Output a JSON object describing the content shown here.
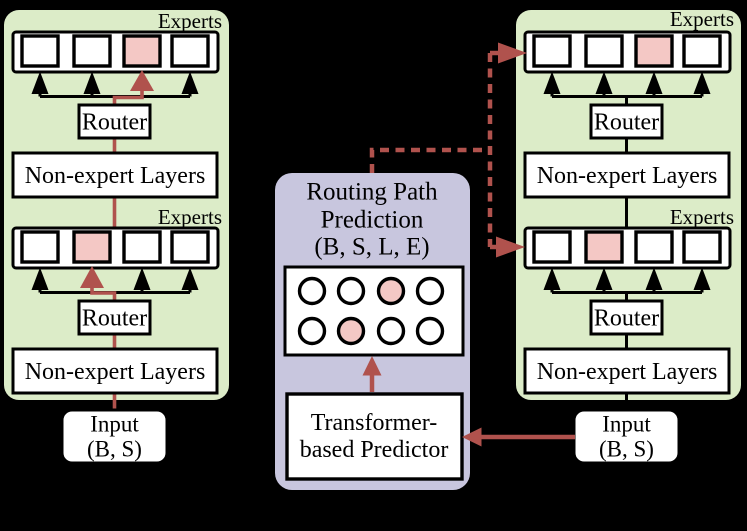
{
  "colors": {
    "background": "#000000",
    "model_panel": "#dcecc8",
    "predictor_panel": "#c8c6de",
    "selected_pink": "#f4c8c5",
    "arrow_red": "#b0524d",
    "box_fill": "#ffffff",
    "line": "#000000"
  },
  "left_model": {
    "top_layer": {
      "experts_label": "Experts",
      "router_label": "Router",
      "non_expert_label": "Non-expert Layers",
      "selected_expert": 3,
      "num_experts": 4
    },
    "bottom_layer": {
      "experts_label": "Experts",
      "router_label": "Router",
      "non_expert_label": "Non-expert Layers",
      "selected_expert": 2,
      "num_experts": 4
    },
    "input": {
      "line1": "Input",
      "line2": "(B, S)"
    }
  },
  "predictor_panel": {
    "title_line1": "Routing Path",
    "title_line2": "Prediction",
    "title_line3": "(B, S, L, E)",
    "grid": {
      "rows": 2,
      "cols": 4,
      "selected_cells": [
        [
          1,
          3
        ],
        [
          2,
          2
        ]
      ]
    },
    "predictor_line1": "Transformer-",
    "predictor_line2": "based Predictor"
  },
  "right_model": {
    "top_layer": {
      "experts_label": "Experts",
      "router_label": "Router",
      "non_expert_label": "Non-expert Layers",
      "selected_expert": 3,
      "num_experts": 4
    },
    "bottom_layer": {
      "experts_label": "Experts",
      "router_label": "Router",
      "non_expert_label": "Non-expert Layers",
      "selected_expert": 2,
      "num_experts": 4
    },
    "input": {
      "line1": "Input",
      "line2": "(B, S)"
    }
  }
}
